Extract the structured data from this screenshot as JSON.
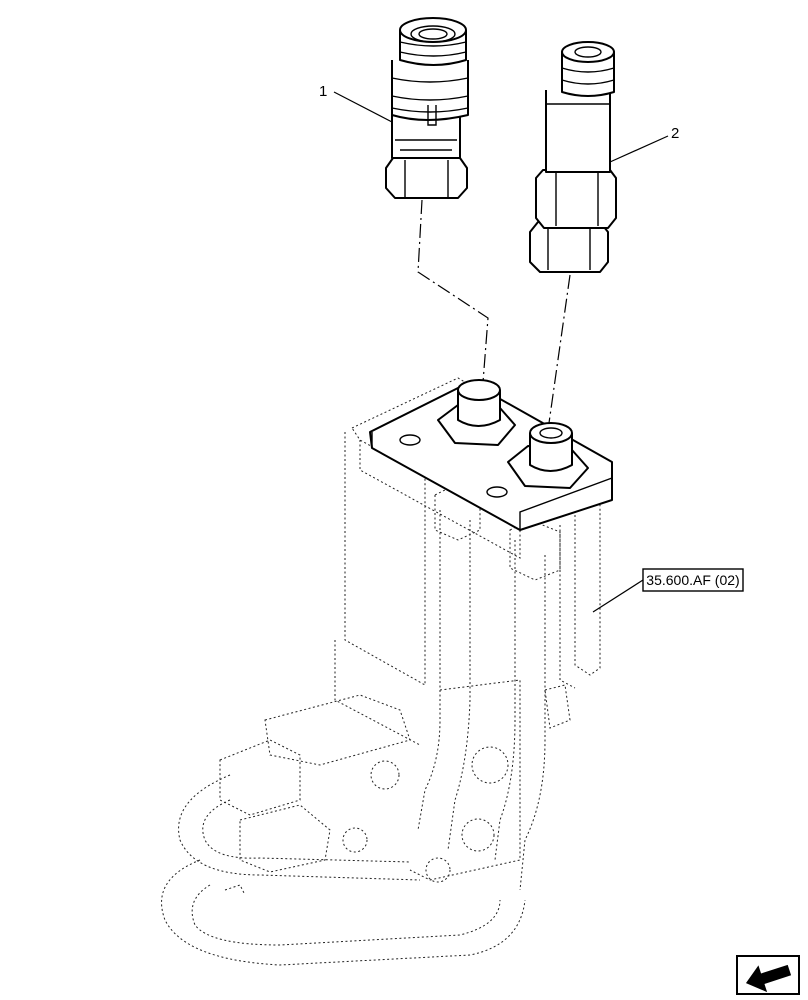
{
  "callouts": {
    "item_1": "1",
    "item_2": "2"
  },
  "reference": {
    "label": "35.600.AF (02)"
  },
  "navigation": {
    "icon": "return-arrow-icon"
  },
  "colors": {
    "line": "#000000",
    "background": "#ffffff"
  }
}
